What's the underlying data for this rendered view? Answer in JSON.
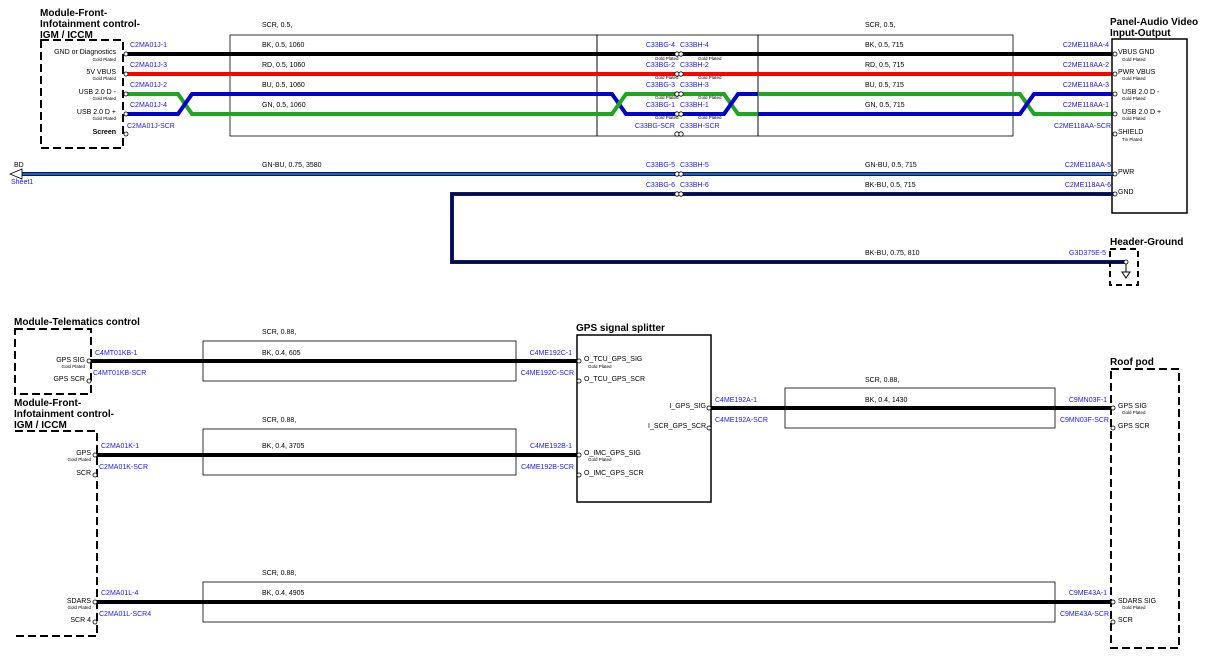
{
  "components": {
    "mfic_top": {
      "title": [
        "Module-Front-",
        "Infotainment control-",
        "IGM / ICCM"
      ],
      "pins": [
        "GND or Diagnostics",
        "5V VBUS",
        "USB 2.0 D -",
        "USB 2.0 D +",
        "Screen"
      ]
    },
    "pav": {
      "title": [
        "Panel-Audio Video",
        "Input-Output"
      ],
      "pins": [
        "VBUS GND",
        "PWR VBUS",
        "USB 2.0 D -",
        "USB 2.0 D +",
        "SHIELD",
        "PWR",
        "GND"
      ]
    },
    "header_ground": {
      "title": "Header-Ground"
    },
    "telematics": {
      "title": "Module-Telematics control",
      "pins": [
        "GPS SIG",
        "GPS SCR"
      ]
    },
    "mfic_bot": {
      "title": [
        "Module-Front-",
        "Infotainment control-",
        "IGM / ICCM"
      ],
      "pins": [
        "GPS",
        "SCR",
        "SDARS",
        "SCR 4"
      ]
    },
    "splitter": {
      "title": "GPS signal splitter",
      "pins": [
        "O_TCU_GPS_SIG",
        "O_TCU_GPS_SCR",
        "I_GPS_SIG",
        "I_SCR_GPS_SCR",
        "O_IMC_GPS_SIG",
        "O_IMC_GPS_SCR"
      ]
    },
    "roof": {
      "title": "Roof pod",
      "pins": [
        "GPS SIG",
        "GPS SCR",
        "SDARS SIG",
        "SCR"
      ]
    }
  },
  "plating": {
    "gold": "Gold Plated",
    "tin": "Tin Plated"
  },
  "connectors": {
    "c2ma01j": [
      "C2MA01J-1",
      "C2MA01J-3",
      "C2MA01J-2",
      "C2MA01J-4",
      "C2MA01J-SCR"
    ],
    "c33bg": [
      "C33BG-4",
      "C33BG-2",
      "C33BG-3",
      "C33BG-1",
      "C33BG-SCR",
      "C33BG-5",
      "C33BG-6"
    ],
    "c33bh": [
      "C33BH-4",
      "C33BH-2",
      "C33BH-3",
      "C33BH-1",
      "C33BH-SCR",
      "C33BH-5",
      "C33BH-6"
    ],
    "c2me118aa": [
      "C2ME118AA-4",
      "C2ME118AA-2",
      "C2ME118AA-3",
      "C2ME118AA-1",
      "C2ME118AA-SCR",
      "C2ME118AA-5",
      "C2ME118AA-6"
    ],
    "g3d375e": "G3D375E-5",
    "c4mt01kb": [
      "C4MT01KB-1",
      "C4MT01KB-SCR"
    ],
    "c4me192c": [
      "C4ME192C-1",
      "C4ME192C-SCR"
    ],
    "c4me192a": [
      "C4ME192A-1",
      "C4ME192A-SCR"
    ],
    "c9mn03f": [
      "C9MN03F-1",
      "C9MN03F-SCR"
    ],
    "c2ma01k": [
      "C2MA01K-1",
      "C2MA01K-SCR"
    ],
    "c4me192b": [
      "C4ME192B-1",
      "C4ME192B-SCR"
    ],
    "c2ma01l": [
      "C2MA01L-4",
      "C2MA01L-SCR4"
    ],
    "c9me43a": [
      "C9ME43A-1",
      "C9ME43A-SCR"
    ]
  },
  "wires": {
    "scr_left": "SCR,  0.5,",
    "scr_right": "SCR,  0.5,",
    "bk_l": "BK,  0.5,  1060",
    "rd_l": "RD,  0.5,  1060",
    "bu_l": "BU,  0.5,  1060",
    "gn_l": "GN,  0.5,  1060",
    "bk_r": "BK,  0.5,  715",
    "rd_r": "RD,  0.5,  715",
    "bu_r": "BU,  0.5,  715",
    "gn_r": "GN,  0.5,  715",
    "gnbu_l": "GN-BU,  0.75,  3580",
    "gnbu_r": "GN-BU,  0.5,  715",
    "bkbu_r": "BK-BU,  0.5,  715",
    "bkbu_g": "BK-BU,  0.75,  810",
    "scr088": "SCR,  0.88,",
    "bk605": "BK,  0.4,  605",
    "bk3705": "BK,  0.4,  3705",
    "bk1430": "BK,  0.4,  1430",
    "bk4905": "BK,  0.4,  4905"
  },
  "offpage": {
    "label": "BD",
    "sheet": "Sheet1"
  },
  "colors": {
    "black": "#000000",
    "red": "#ff0000",
    "blue": "#0000cc",
    "green": "#1fa51f",
    "navy": "#0b1a7a",
    "pin": "#1a1aff"
  }
}
